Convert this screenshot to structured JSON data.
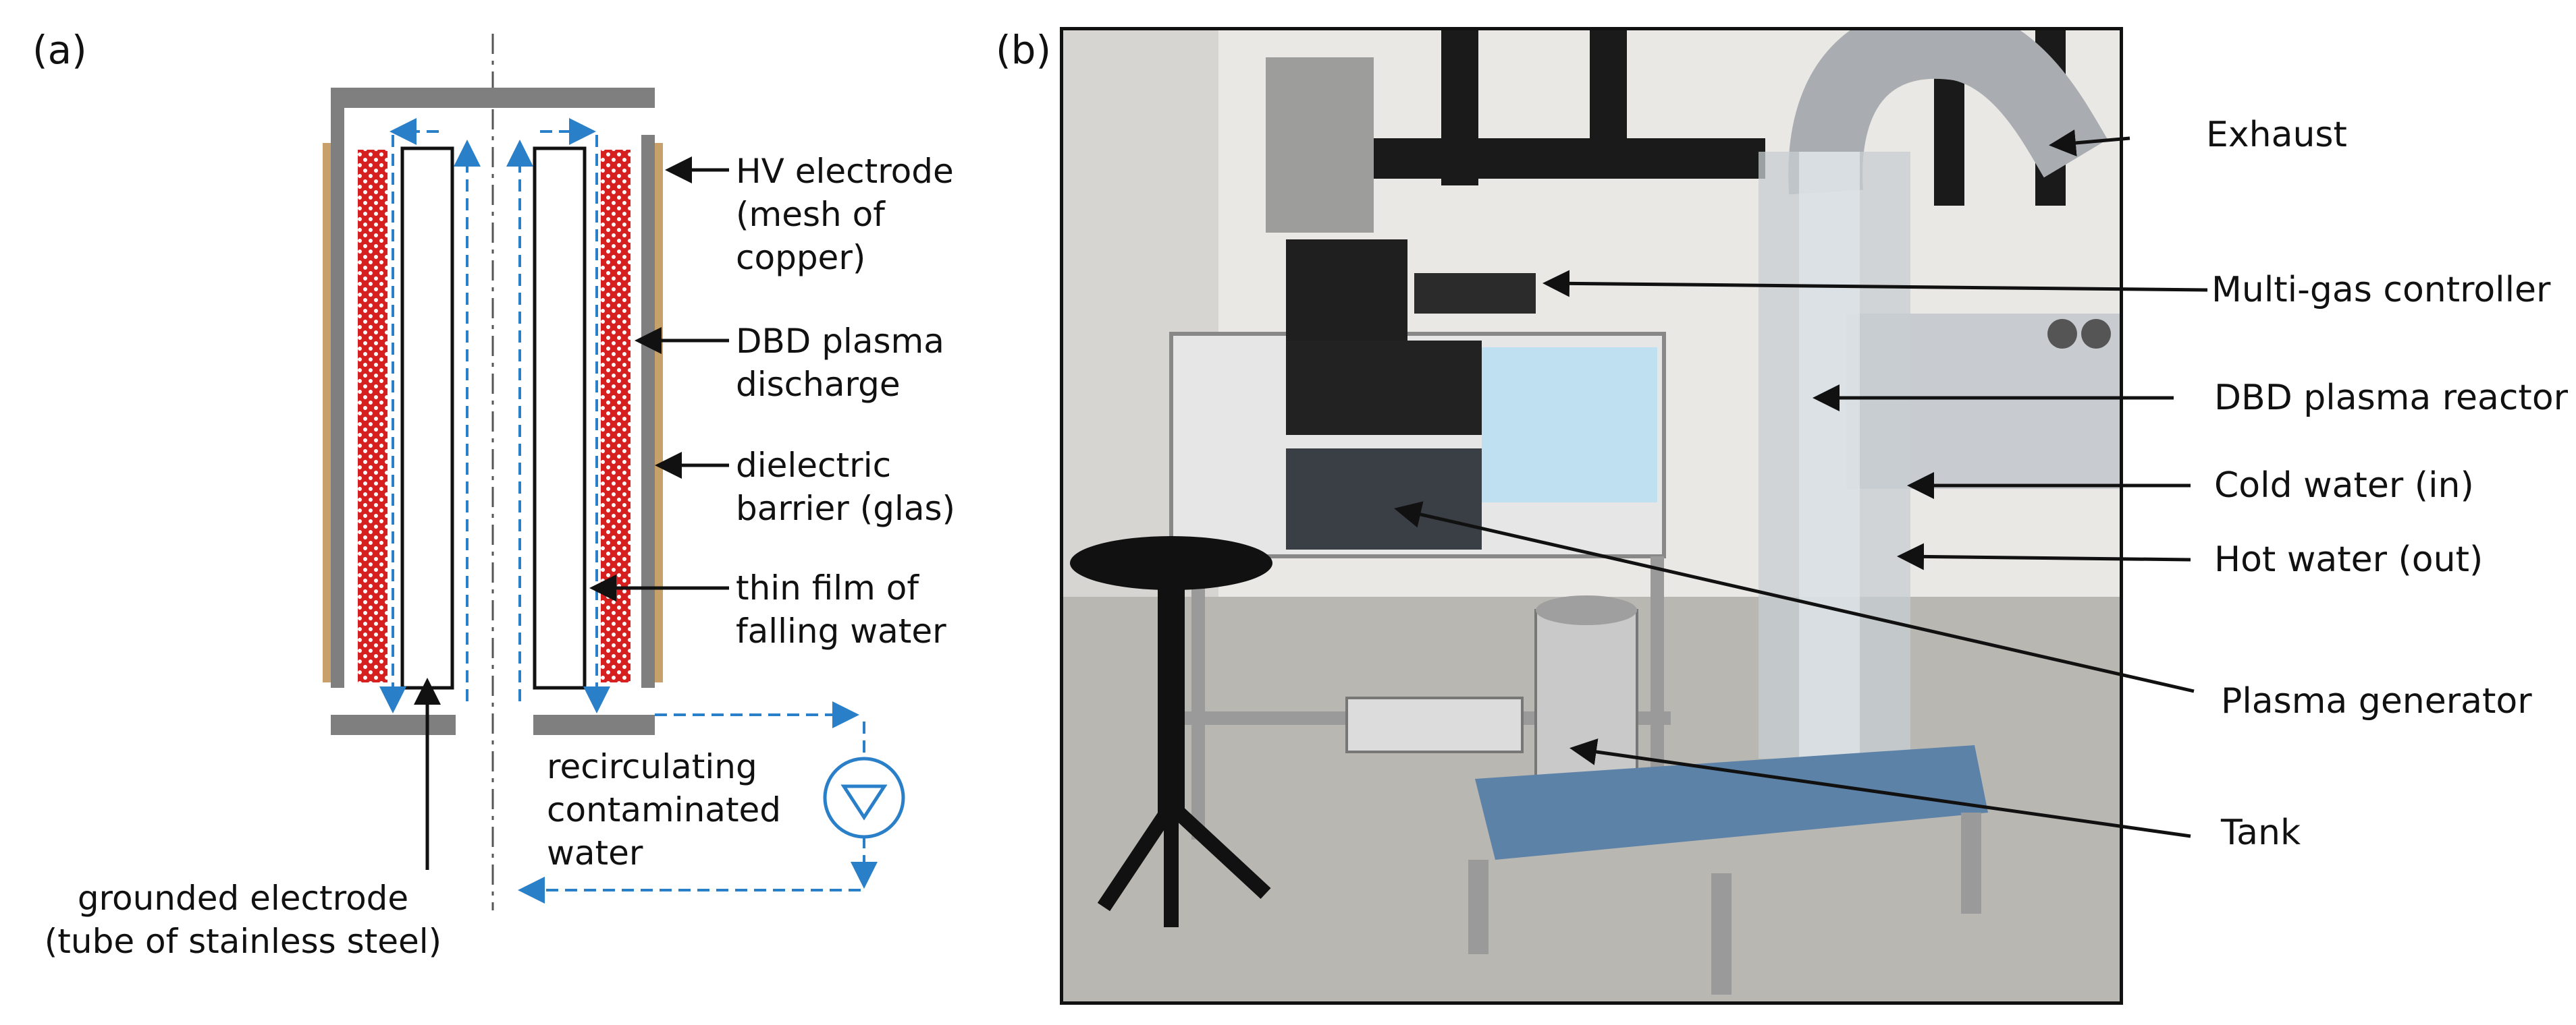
{
  "panel_a": {
    "label": "(a)",
    "labels": {
      "hv_electrode": [
        "HV electrode",
        "(mesh of",
        "copper)"
      ],
      "dbd_discharge": [
        "DBD plasma",
        "discharge"
      ],
      "dielectric": [
        "dielectric",
        "barrier (glas)"
      ],
      "water_film": [
        "thin film of",
        "falling water"
      ],
      "recirculating": [
        "recirculating",
        "contaminated",
        "water"
      ],
      "grounded": [
        "grounded electrode",
        "(tube of stainless steel)"
      ]
    },
    "colors": {
      "steel": "#7f7f7f",
      "copper": "#c8a06a",
      "plasma": "#d61f1f",
      "flow": "#2a7fc9"
    }
  },
  "panel_b": {
    "label": "(b)",
    "annotations": [
      "Exhaust",
      "Multi-gas controller",
      "DBD plasma reactor",
      "Cold water (in)",
      "Hot water (out)",
      "Plasma generator",
      "Tank"
    ]
  }
}
